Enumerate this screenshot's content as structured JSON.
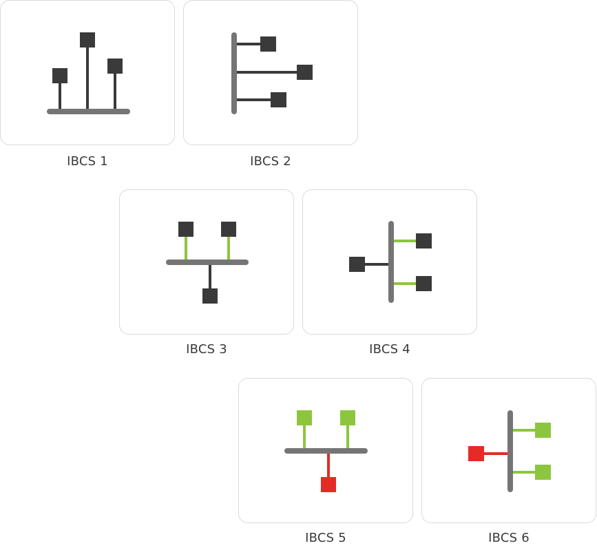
{
  "colors": {
    "axis": "#757575",
    "base": "#3a3a3a",
    "positive": "#8cc63f",
    "negative": "#e52b25",
    "tile_border": "#d9d9d9",
    "label_text": "#3a3a3a"
  },
  "options": [
    {
      "id": "ibcs-1",
      "label": "IBCS 1",
      "icon": "vertical-lollipop-chart-icon"
    },
    {
      "id": "ibcs-2",
      "label": "IBCS 2",
      "icon": "horizontal-lollipop-chart-icon"
    },
    {
      "id": "ibcs-3",
      "label": "IBCS 3",
      "icon": "vertical-variance-chart-icon"
    },
    {
      "id": "ibcs-4",
      "label": "IBCS 4",
      "icon": "horizontal-variance-chart-icon"
    },
    {
      "id": "ibcs-5",
      "label": "IBCS 5",
      "icon": "vertical-variance-chart-colored-icon"
    },
    {
      "id": "ibcs-6",
      "label": "IBCS 6",
      "icon": "horizontal-variance-chart-colored-icon"
    }
  ]
}
